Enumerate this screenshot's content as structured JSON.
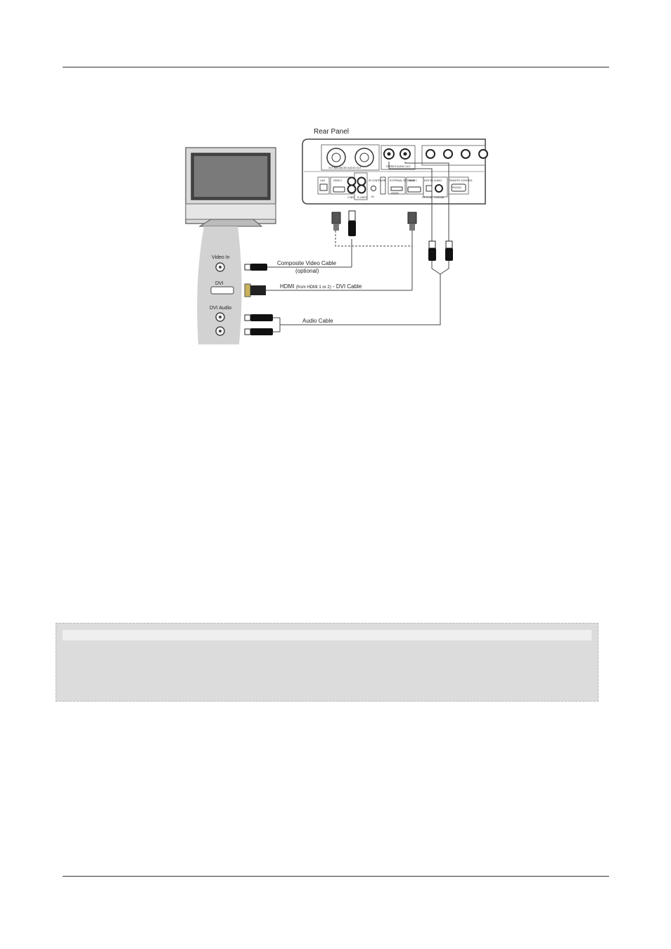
{
  "diagram": {
    "rear_panel_label": "Rear Panel",
    "panel": {
      "xlr_label": "XLR BALANCED AUDIO OUT",
      "port_lan": "LAN",
      "port_hdmi2": "HDMI 2",
      "port_usb": "USB",
      "port_ir": "IR CONTROL",
      "port_ir_in": "IN",
      "port_ext": "EXTERNAL STORAGE",
      "port_esata": "eSATA",
      "port_hdmi1": "HDMI 1",
      "port_digital_audio": "DIGITAL AUDIO",
      "port_optical": "OPTICAL",
      "port_coaxial": "COAXIAL",
      "port_remote": "REMOTE CONTROL",
      "port_rs232": "RS232C",
      "port_cvbs": "CVBS",
      "port_svideo": "S-VIDEO",
      "stereo_out": "STEREO AUDIO OUT"
    },
    "tv": {
      "video_in": "Video In",
      "dvi": "DVI",
      "dvi_audio": "DVI Audio"
    },
    "cables": {
      "composite": "Composite Video Cable",
      "composite_optional": "(optional)",
      "hdmi_dvi_prefix": "HDMI",
      "hdmi_dvi_from": "(from HDMI 1 or 2)",
      "hdmi_dvi_suffix": "- DVI Cable",
      "audio": "Audio Cable"
    }
  },
  "note": {}
}
